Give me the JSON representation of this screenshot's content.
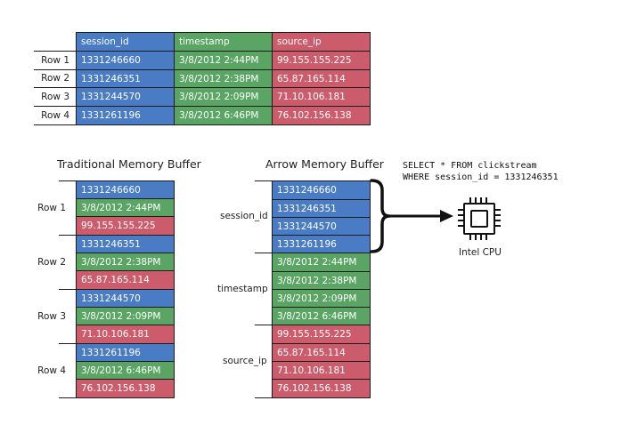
{
  "top_table": {
    "columns": [
      "session_id",
      "timestamp",
      "source_ip"
    ],
    "rows": [
      {
        "label": "Row 1",
        "session_id": "1331246660",
        "timestamp": "3/8/2012 2:44PM",
        "source_ip": "99.155.155.225"
      },
      {
        "label": "Row 2",
        "session_id": "1331246351",
        "timestamp": "3/8/2012 2:38PM",
        "source_ip": "65.87.165.114"
      },
      {
        "label": "Row 3",
        "session_id": "1331244570",
        "timestamp": "3/8/2012 2:09PM",
        "source_ip": "71.10.106.181"
      },
      {
        "label": "Row 4",
        "session_id": "1331261196",
        "timestamp": "3/8/2012 6:46PM",
        "source_ip": "76.102.156.138"
      }
    ]
  },
  "traditional": {
    "title": "Traditional Memory Buffer"
  },
  "arrow": {
    "title": "Arrow Memory Buffer",
    "groups": [
      {
        "label": "session_id",
        "key": "session_id"
      },
      {
        "label": "timestamp",
        "key": "timestamp"
      },
      {
        "label": "source_ip",
        "key": "source_ip"
      }
    ]
  },
  "query": {
    "line1": "SELECT * FROM clickstream",
    "line2": "WHERE session_id = 1331246351"
  },
  "cpu": {
    "label": "Intel CPU",
    "icon": "cpu-chip-icon"
  },
  "colors": {
    "session_id": "#4a7cc5",
    "timestamp": "#5aa564",
    "source_ip": "#cc5c6c"
  }
}
